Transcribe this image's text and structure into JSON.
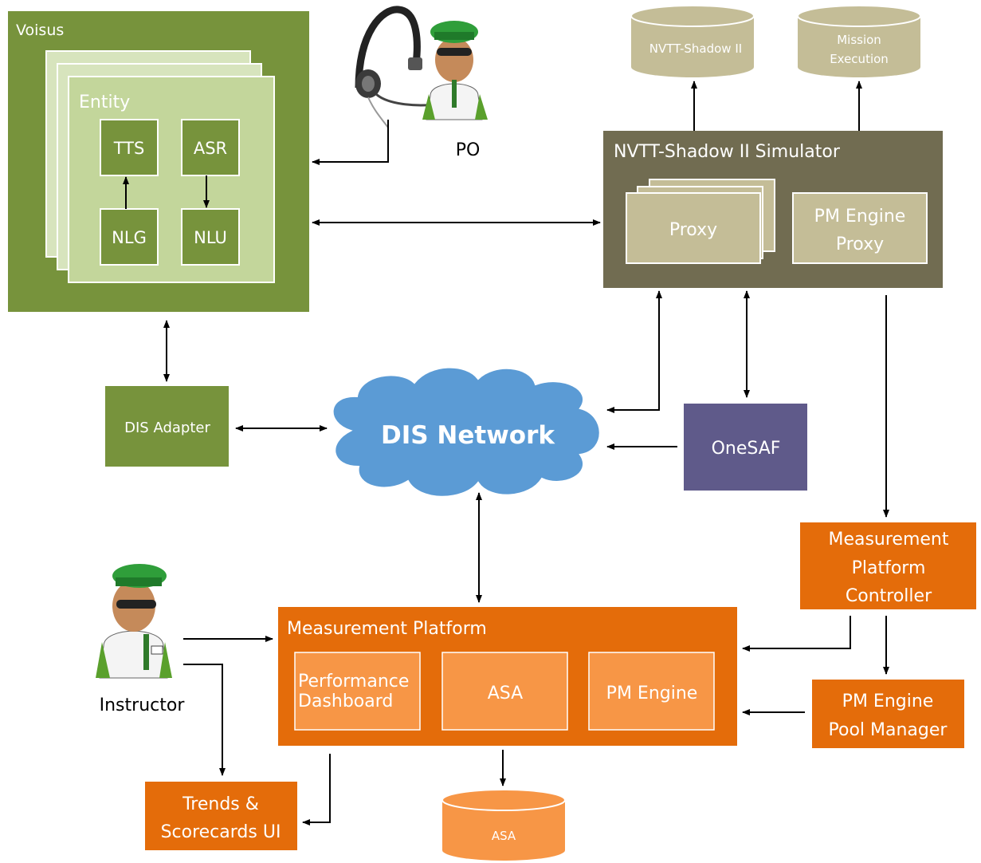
{
  "voisus": {
    "title": "Voisus",
    "entity": "Entity",
    "tts": "TTS",
    "asr": "ASR",
    "nlg": "NLG",
    "nlu": "NLU"
  },
  "po_label": "PO",
  "instructor_label": "Instructor",
  "databases": {
    "nvtt_shadow": "NVTT-Shadow II",
    "mission_line1": "Mission",
    "mission_line2": "Execution",
    "asa": "ASA"
  },
  "simulator": {
    "title": "NVTT-Shadow II Simulator",
    "proxy": "Proxy",
    "pm_proxy_line1": "PM Engine",
    "pm_proxy_line2": "Proxy"
  },
  "dis_adapter": "DIS Adapter",
  "dis_network": "DIS Network",
  "onesaf": "OneSAF",
  "mp_controller": {
    "line1": "Measurement",
    "line2": "Platform",
    "line3": "Controller"
  },
  "measurement_platform": {
    "title": "Measurement Platform",
    "perf_line1": "Performance",
    "perf_line2": "Dashboard",
    "asa": "ASA",
    "pm_engine": "PM Engine"
  },
  "pool_manager": {
    "line1": "PM Engine",
    "line2": "Pool Manager"
  },
  "trends": {
    "line1": "Trends &",
    "line2": "Scorecards UI"
  },
  "colors": {
    "voisus_green": "#77933c",
    "entity_green": "#c3d69b",
    "simulator_brown": "#716c51",
    "db_tan": "#c4bd97",
    "onesaf_purple": "#5f5a8a",
    "cloud_blue": "#5b9bd5",
    "orange": "#e46c0a",
    "orange_light": "#f79646"
  }
}
